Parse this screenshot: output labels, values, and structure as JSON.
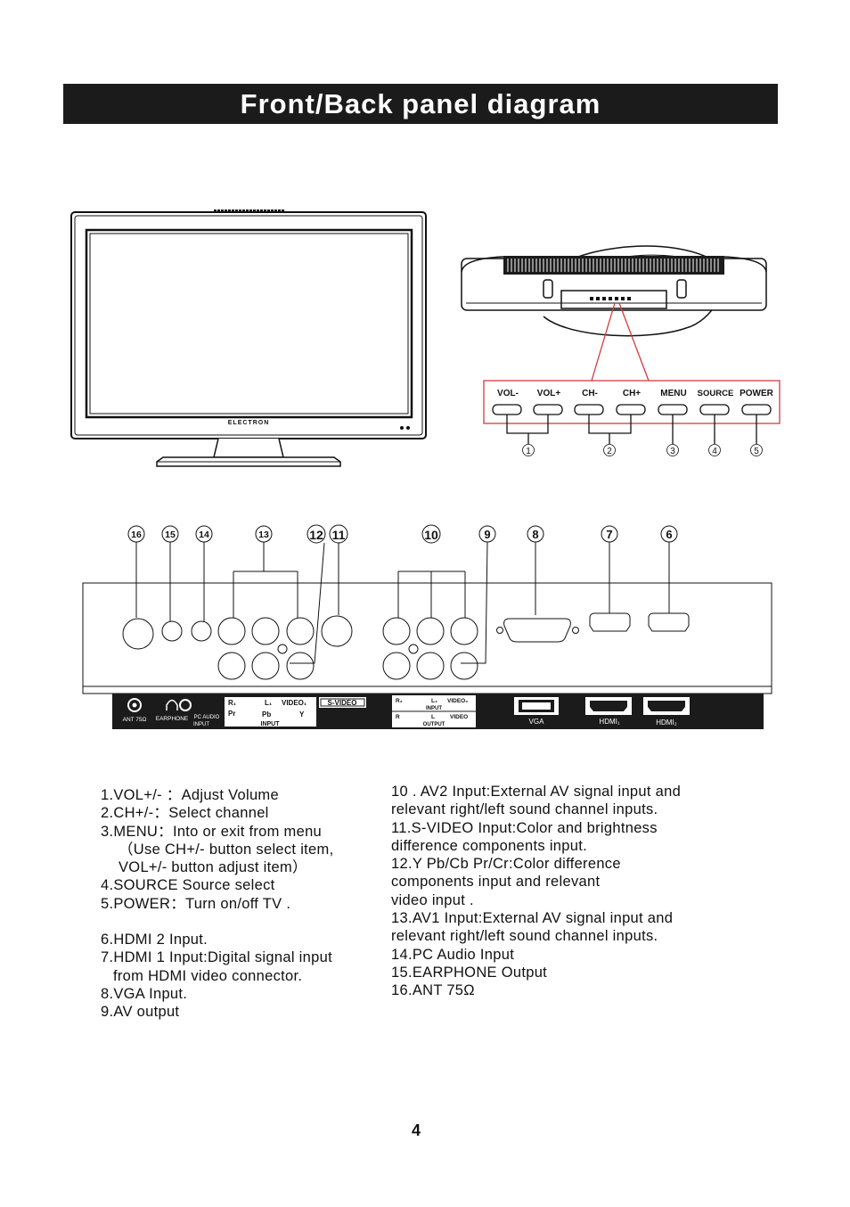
{
  "title": "Front/Back panel diagram",
  "page_number": "4",
  "tv_brand": "ELECTRON",
  "buttons": [
    "VOL-",
    "VOL+",
    "CH-",
    "CH+",
    "MENU",
    "SOURCE",
    "POWER"
  ],
  "button_callouts": [
    "1",
    "2",
    "3",
    "4",
    "5"
  ],
  "back_callouts": [
    "16",
    "15",
    "14",
    "13",
    "12",
    "11",
    "10",
    "9",
    "8",
    "7",
    "6"
  ],
  "panel_labels": {
    "ant": "ANT 75Ω",
    "earphone": "EARPHONE",
    "pc_audio_1": "PC AUDIO",
    "pc_audio_2": "INPUT",
    "r1": "R₁",
    "pr": "Pr",
    "l1": "L₁",
    "pb": "Pb",
    "video1": "VIDEO₁",
    "y": "Y",
    "svideo": "S-VIDEO",
    "input1": "INPUT",
    "r2": "R₂",
    "l2": "L₂",
    "video2": "VIDEO₂",
    "input2": "INPUT",
    "r_out": "R",
    "l_out": "L",
    "video_out": "VIDEO",
    "output": "OUTPUT",
    "vga": "VGA",
    "hdmi1": "HDMI₁",
    "hdmi2": "HDMI₂"
  },
  "descriptions_left": [
    "1.VOL+/- ：Adjust Volume",
    "2.CH+/-：Select channel",
    "3.MENU：Into or exit from menu",
    "（Use CH+/- button select item,",
    "VOL+/- button adjust item）",
    "4.SOURCE   Source select",
    "5.POWER：Turn on/off  TV .",
    "6.HDMI 2 Input.",
    "7.HDMI 1 Input:Digital signal input",
    "from HDMI video connector.",
    "8.VGA Input.",
    "9.AV output"
  ],
  "descriptions_right": [
    "10 . AV2 Input:External AV signal  input and",
    "relevant right/left  sound channel inputs.",
    "11.S-VIDEO Input:Color and brightness",
    "difference components  input.",
    "12.Y Pb/Cb Pr/Cr:Color difference",
    "components input and relevant",
    "video input .",
    "13.AV1 Input:External AV signal  input and",
    "relevant right/left  sound channel inputs.",
    "14.PC Audio Input",
    "15.EARPHONE Output",
    "16.ANT  75Ω"
  ]
}
